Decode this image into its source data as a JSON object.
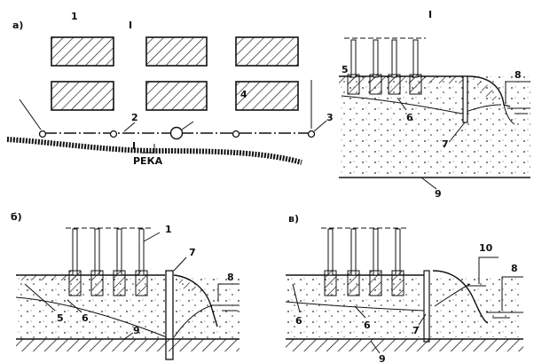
{
  "panels": {
    "a": {
      "letter": "а)",
      "plan": {
        "label_1": "1",
        "label_section": "I",
        "label_2": "2",
        "label_3": "3",
        "label_4": "4",
        "section_mark": "I",
        "river": "РЕКА"
      },
      "section": {
        "title": "I",
        "label_5": "5",
        "label_6": "6",
        "label_7": "7",
        "label_8": "8",
        "label_9": "9"
      }
    },
    "b": {
      "letter": "б)",
      "label_1": "1",
      "label_7": "7",
      "label_8": "8",
      "label_5": "5",
      "label_6": "6",
      "label_9": "9"
    },
    "c": {
      "letter": "в)",
      "label_10": "10",
      "label_8": "8",
      "label_6a": "6",
      "label_6b": "6",
      "label_7": "7",
      "label_9": "9"
    }
  }
}
